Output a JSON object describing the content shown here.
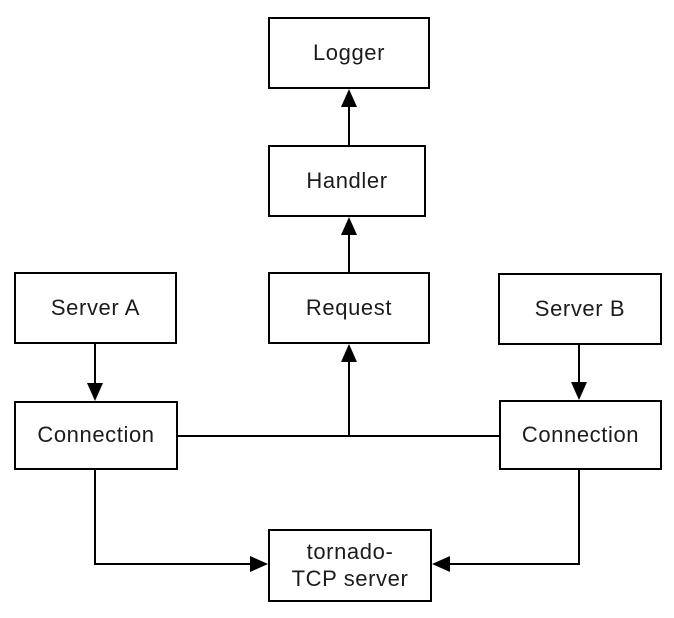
{
  "diagram": {
    "type": "flowchart",
    "colors": {
      "background": "#ffffff",
      "line": "#000000",
      "text": "#1c1c1c"
    },
    "nodes": {
      "logger": {
        "label": "Logger"
      },
      "handler": {
        "label": "Handler"
      },
      "request": {
        "label": "Request"
      },
      "server_a": {
        "label": "Server A"
      },
      "server_b": {
        "label": "Server B"
      },
      "connection_left": {
        "label": "Connection"
      },
      "connection_right": {
        "label": "Connection"
      },
      "tcp_server": {
        "label": "tornado-\nTCP server"
      }
    },
    "edges": [
      {
        "from": "handler",
        "to": "logger",
        "arrow": "up"
      },
      {
        "from": "request",
        "to": "handler",
        "arrow": "up"
      },
      {
        "from": "connection_junction",
        "to": "request",
        "arrow": "up"
      },
      {
        "from": "connection_left",
        "to": "connection_right",
        "arrow": "none"
      },
      {
        "from": "server_a",
        "to": "connection_left",
        "arrow": "down"
      },
      {
        "from": "server_b",
        "to": "connection_right",
        "arrow": "down"
      },
      {
        "from": "connection_left",
        "to": "tcp_server",
        "arrow": "right"
      },
      {
        "from": "connection_right",
        "to": "tcp_server",
        "arrow": "left"
      }
    ]
  }
}
